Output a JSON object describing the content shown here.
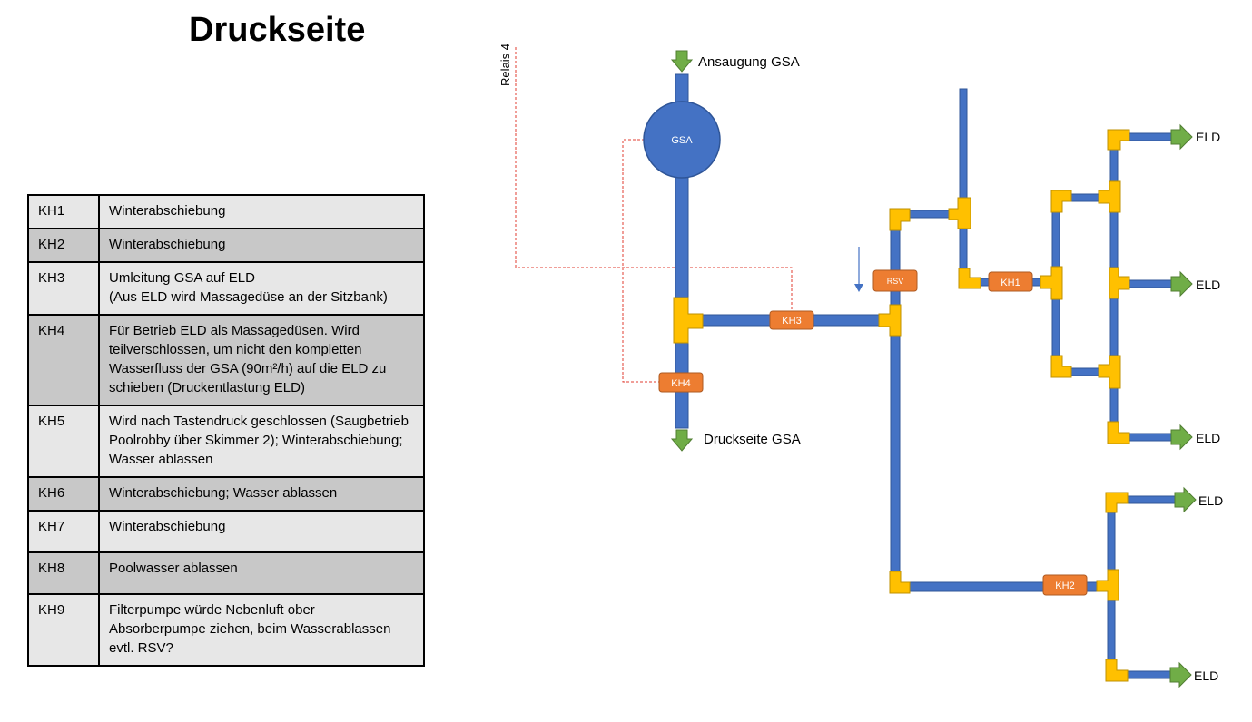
{
  "title": "Druckseite",
  "legend": [
    {
      "code": "KH1",
      "text": "Winterabschiebung",
      "shade": "light"
    },
    {
      "code": "KH2",
      "text": "Winterabschiebung",
      "shade": "dark"
    },
    {
      "code": "KH3",
      "text": "Umleitung GSA auf ELD\n(Aus ELD wird Massagedüse an der Sitzbank)",
      "shade": "light"
    },
    {
      "code": "KH4",
      "text": "Für Betrieb ELD als Massagedüsen. Wird teilverschlossen, um nicht den kompletten Wasserfluss der GSA (90m²/h) auf die ELD zu schieben (Druckentlastung ELD)",
      "shade": "dark"
    },
    {
      "code": "KH5",
      "text": "Wird nach Tastendruck geschlossen (Saugbetrieb Poolrobby über Skimmer 2); Winterabschiebung; Wasser ablassen",
      "shade": "light"
    },
    {
      "code": "KH6",
      "text": "Winterabschiebung; Wasser ablassen",
      "shade": "dark"
    },
    {
      "code": "KH7",
      "text": "Winterabschiebung",
      "shade": "light"
    },
    {
      "code": "KH8",
      "text": "Poolwasser ablassen",
      "shade": "dark"
    },
    {
      "code": "KH9",
      "text": "Filterpumpe würde Nebenluft ober Absorberpumpe ziehen, beim Wasserablassen evtl. RSV?",
      "shade": "light"
    }
  ],
  "diagram": {
    "relais_label": "Relais 4",
    "intake_label": "Ansaugung GSA",
    "outlet_label": "Druckseite GSA",
    "pump_label": "GSA",
    "valves": {
      "kh1": "KH1",
      "kh2": "KH2",
      "kh3": "KH3",
      "kh4": "KH4",
      "rsv": "RSV"
    },
    "eld_label": "ELD",
    "colors": {
      "pipe": "#4472c4",
      "pipe_edge": "#2f5597",
      "fitting": "#ffc000",
      "fitting_edge": "#bf9000",
      "valve": "#ed7d31",
      "valve_edge": "#ae5a21",
      "arrow": "#70ad47",
      "arrow_edge": "#507e32",
      "signal": "#e03c31"
    }
  }
}
